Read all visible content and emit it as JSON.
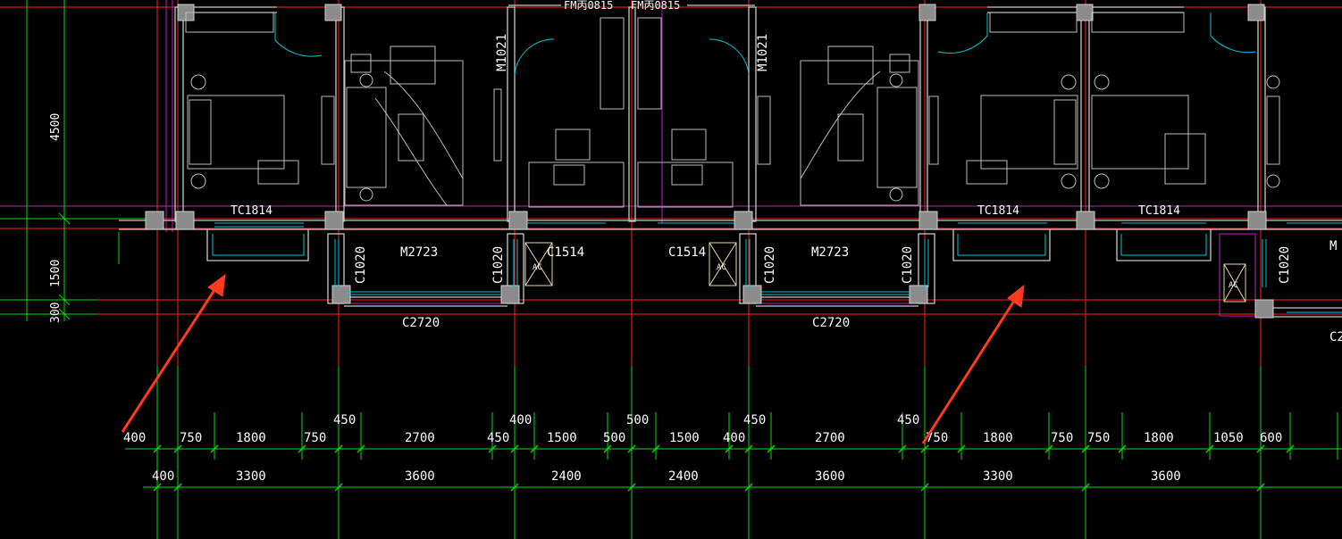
{
  "colors": {
    "background": "#000000",
    "wall": "#c8c8c8",
    "column": "#9a9a9a",
    "grid_axis": "#ff2020",
    "dimension": "#00e000",
    "window": "#00c8d8",
    "magenta": "#c020c0",
    "furniture": "#bdbdbd",
    "arrow": "#ff3b1f",
    "text": "#ffffff"
  },
  "door_labels": {
    "d1": "FM丙0815",
    "d2": "FM丙0815",
    "m1021_left": "M1021",
    "m1021_right": "M1021"
  },
  "window_labels": {
    "tc_a": "TC1814",
    "tc_b": "TC1814",
    "tc_c": "TC1814",
    "m2723_left": "M2723",
    "m2723_right": "M2723",
    "c1514_left": "C1514",
    "c1514_right": "C1514",
    "c1020_a": "C1020",
    "c1020_b": "C1020",
    "c1020_c": "C1020",
    "c1020_d": "C1020",
    "c1020_e": "C1020",
    "c2720_left": "C2720",
    "c2720_right": "C2720",
    "m_cut": "M",
    "c_cut": "C2"
  },
  "ac_labels": {
    "ac1": "AC",
    "ac2": "AC",
    "ac3": "AC"
  },
  "left_dims": {
    "d4500": "4500",
    "d1500": "1500",
    "d300": "300"
  },
  "upper_dims_top": {
    "a": "450",
    "b": "400",
    "c": "500",
    "d": "450",
    "e": "450"
  },
  "upper_dims": {
    "u1": "400",
    "u2": "750",
    "u3": "1800",
    "u4": "750",
    "u5": "2700",
    "u6": "450",
    "u7": "1500",
    "u8": "500",
    "u9": "1500",
    "u10": "400",
    "u11": "2700",
    "u12": "750",
    "u13": "1800",
    "u14": "750",
    "u15": "750",
    "u16": "1800",
    "u17": "1050",
    "u18": "600"
  },
  "lower_dims": {
    "l1": "400",
    "l2": "3300",
    "l3": "3600",
    "l4": "2400",
    "l5": "2400",
    "l6": "3600",
    "l7": "3300",
    "l8": "3600"
  }
}
